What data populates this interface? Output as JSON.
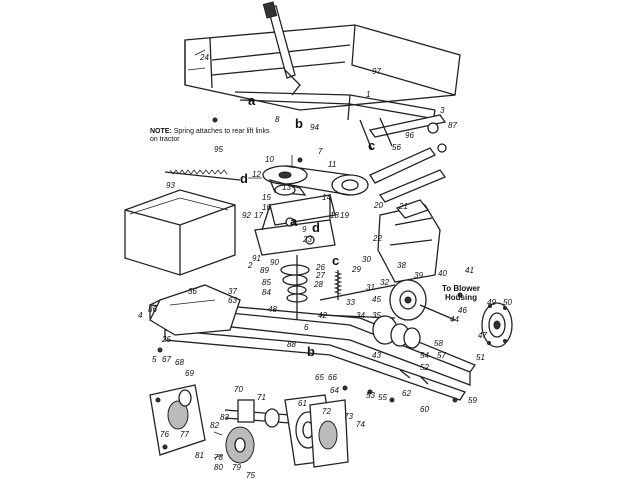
{
  "note": {
    "prefix": "NOTE:",
    "text": "Spring attaches to rear lift links on tractor"
  },
  "blower_label": "To Blower Housing",
  "letters": [
    "a",
    "b",
    "c",
    "d"
  ],
  "part_numbers": [
    "1",
    "2",
    "3",
    "4",
    "5",
    "6",
    "7",
    "8",
    "9",
    "10",
    "11",
    "12",
    "13",
    "14",
    "15",
    "16",
    "17",
    "18",
    "19",
    "20",
    "21",
    "22",
    "23",
    "24",
    "25",
    "26",
    "27",
    "28",
    "29",
    "30",
    "31",
    "32",
    "33",
    "34",
    "35",
    "36",
    "37",
    "38",
    "39",
    "40",
    "41",
    "42",
    "43",
    "44",
    "45",
    "46",
    "47",
    "48",
    "49",
    "50",
    "51",
    "52",
    "53",
    "54",
    "55",
    "56",
    "57",
    "58",
    "59",
    "60",
    "61",
    "62",
    "63",
    "64",
    "65",
    "66",
    "67",
    "68",
    "69",
    "70",
    "71",
    "72",
    "73",
    "74",
    "75",
    "76",
    "77",
    "78",
    "79",
    "80",
    "81",
    "82",
    "83",
    "84",
    "85",
    "86",
    "87",
    "88",
    "89",
    "90",
    "91",
    "92",
    "93",
    "94",
    "95",
    "96",
    "97"
  ]
}
